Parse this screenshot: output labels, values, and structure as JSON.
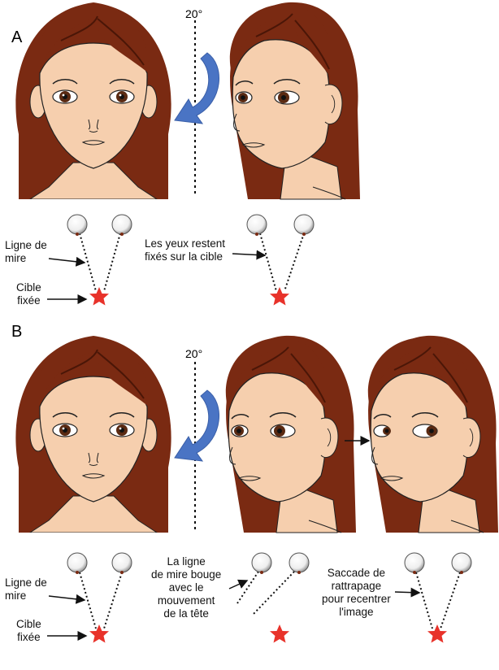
{
  "panels": {
    "a": {
      "label": "A",
      "angle": "20°",
      "line_of_sight_label": "Ligne de\nmire",
      "target_label": "Cible\nfixée",
      "eyes_stay_label": "Les yeux restent\nfixés sur la cible"
    },
    "b": {
      "label": "B",
      "angle": "20°",
      "line_of_sight_label": "Ligne de\nmire",
      "target_label": "Cible\nfixée",
      "gaze_moves_label": "La ligne\nde mire bouge\navec le\nmouvement\nde la tête",
      "saccade_label": "Saccade de\nrattrapage\npour recentrer\nl'image"
    }
  },
  "colors": {
    "hair": "#7a2a12",
    "hair_dark": "#4a1607",
    "skin": "#f6cfae",
    "iris": "#5a2a12",
    "rotation_arrow": "#4a74c4",
    "target_star": "#e8322a"
  },
  "icons": [
    "face-front-icon",
    "face-turned-icon",
    "rotation-arrow-icon",
    "eyeball-icon",
    "target-star-icon"
  ]
}
